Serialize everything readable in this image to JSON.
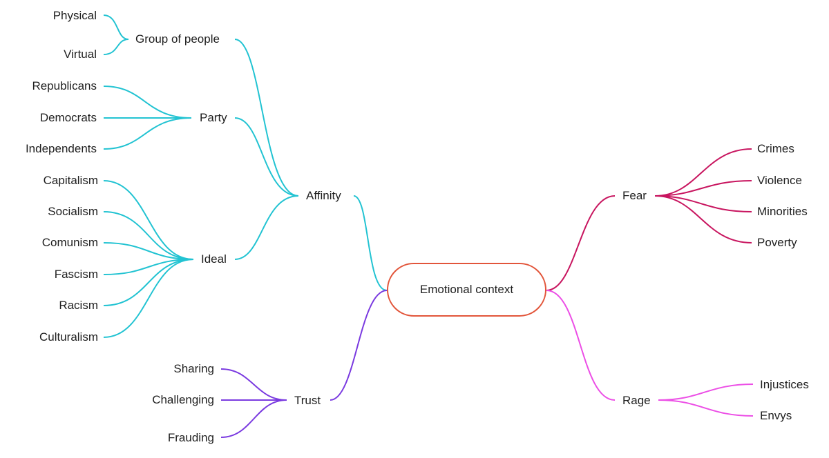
{
  "root": {
    "label": "Emotional context",
    "color": "#e2553a"
  },
  "branches": {
    "affinity": {
      "label": "Affinity",
      "color": "#22c3d2",
      "children": {
        "group": {
          "label": "Group of people",
          "items": [
            "Physical",
            "Virtual"
          ]
        },
        "party": {
          "label": "Party",
          "items": [
            "Republicans",
            "Democrats",
            "Independents"
          ]
        },
        "ideal": {
          "label": "Ideal",
          "items": [
            "Capitalism",
            "Socialism",
            "Comunism",
            "Fascism",
            "Racism",
            "Culturalism"
          ]
        }
      }
    },
    "trust": {
      "label": "Trust",
      "color": "#7a3ae0",
      "items": [
        "Sharing",
        "Challenging",
        "Frauding"
      ]
    },
    "fear": {
      "label": "Fear",
      "color": "#c8155f",
      "items": [
        "Crimes",
        "Violence",
        "Minorities",
        "Poverty"
      ]
    },
    "rage": {
      "label": "Rage",
      "color": "#ec4fe6",
      "items": [
        "Injustices",
        "Envys"
      ]
    }
  }
}
